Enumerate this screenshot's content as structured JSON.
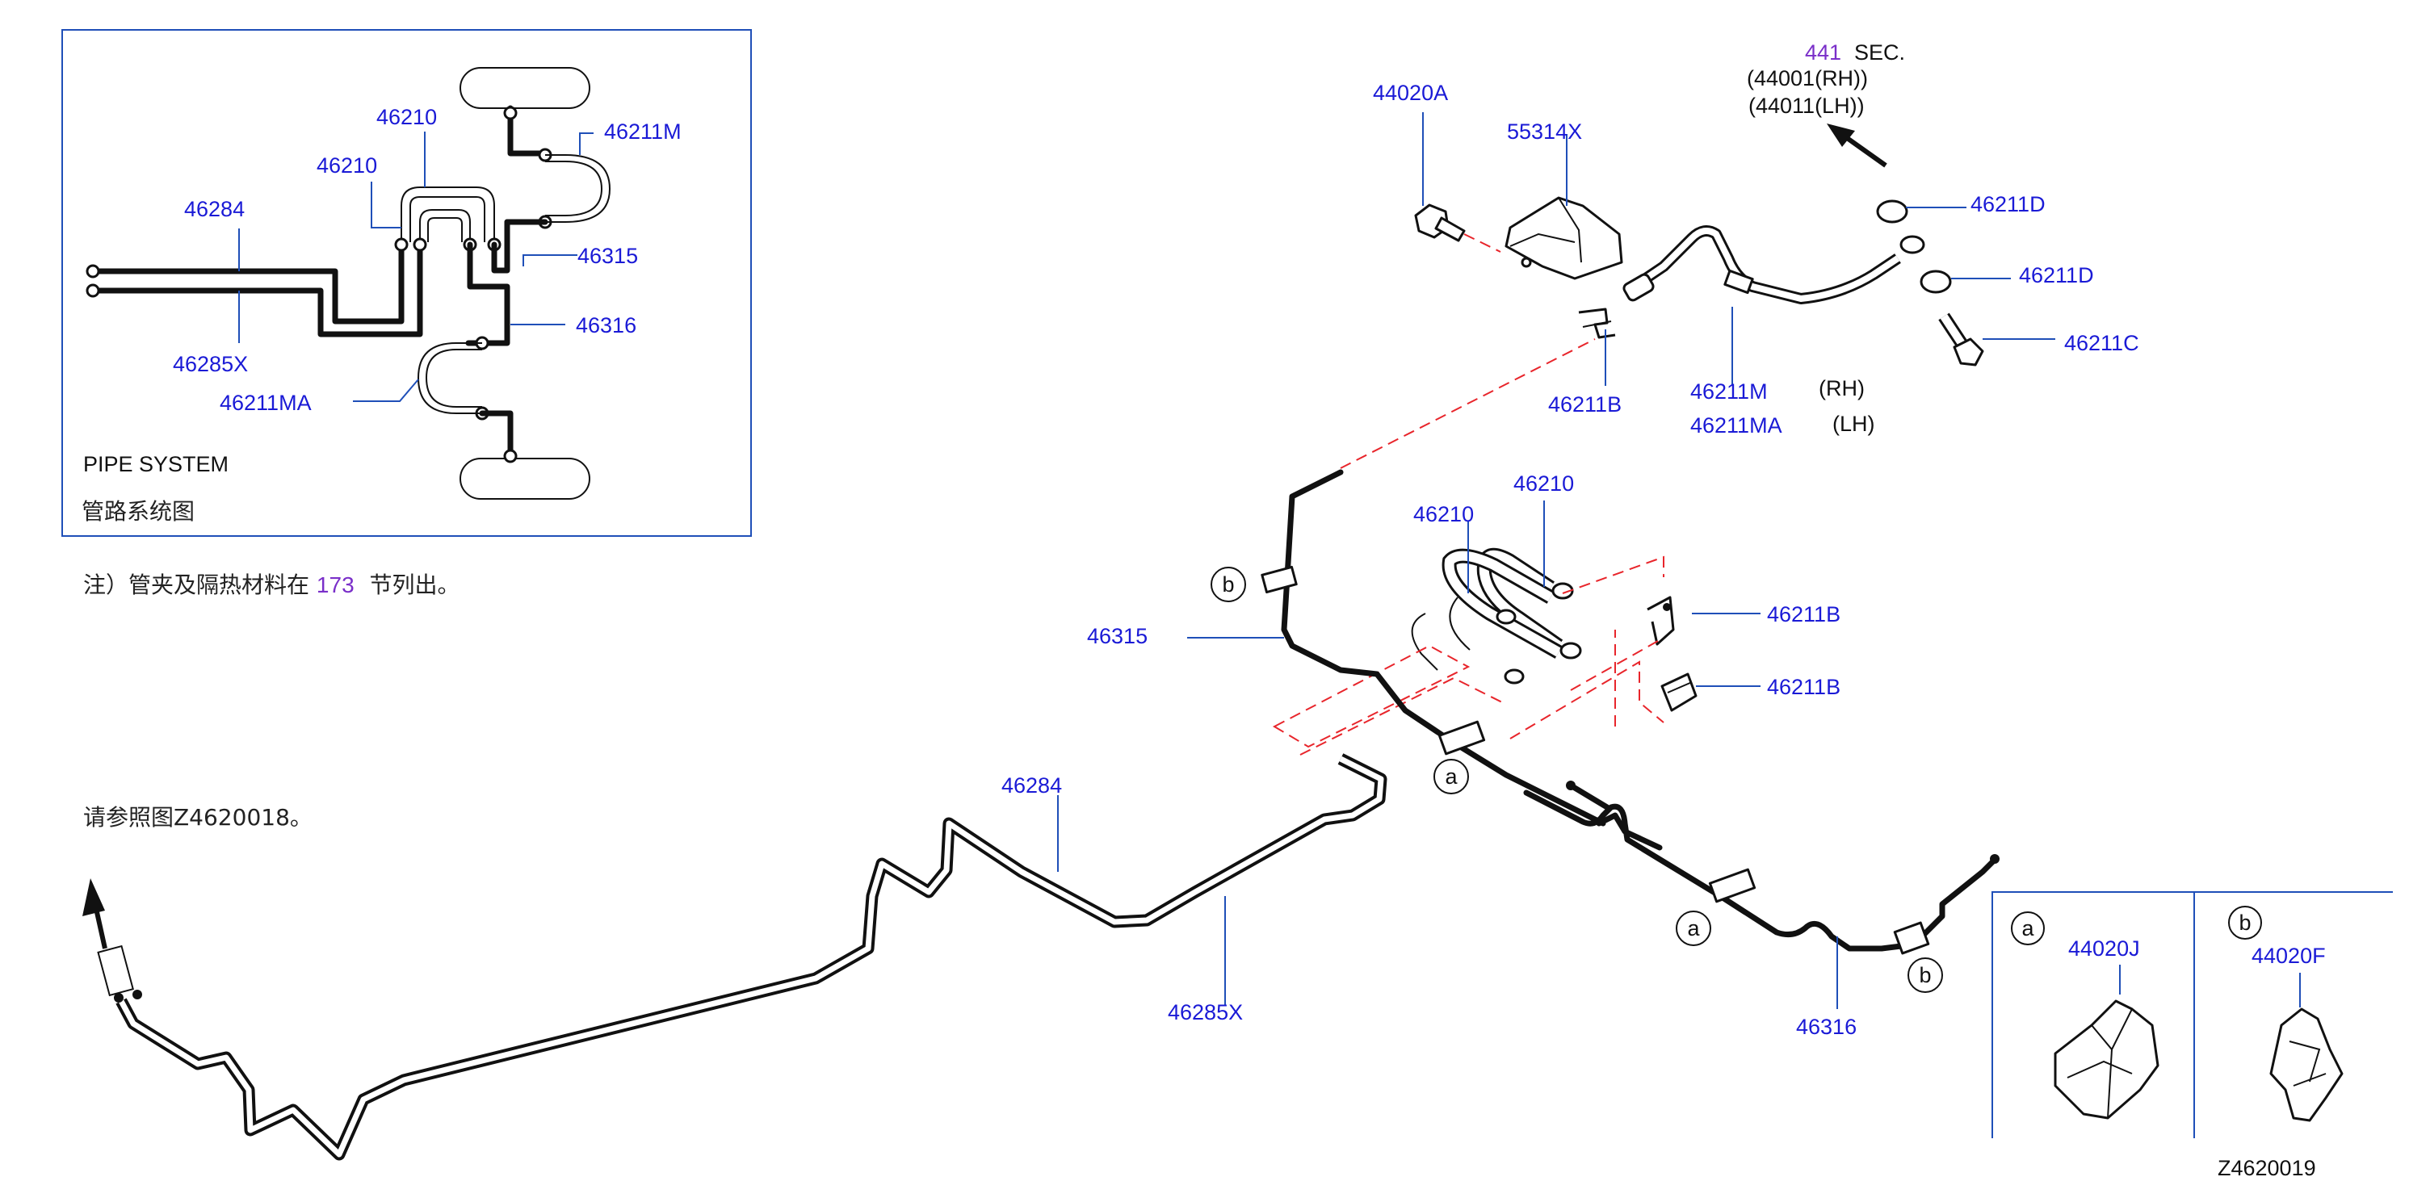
{
  "inset": {
    "title": "PIPE   SYSTEM",
    "subtitle": "管路系统图",
    "labels": {
      "p46210_top": "46210",
      "p46210_left": "46210",
      "p46211M": "46211M",
      "p46284": "46284",
      "p46315": "46315",
      "p46316": "46316",
      "p46285X": "46285X",
      "p46211MA": "46211MA"
    }
  },
  "notes": {
    "note1_prefix": "注）管夹及隔热材料在",
    "note1_ref": "173",
    "note1_suffix": "节列出。",
    "note2": "请参照图Z4620018。"
  },
  "section_ref": {
    "num": "441",
    "sec": "SEC.",
    "rh": "(44001(RH))",
    "lh": "(44011(LH))"
  },
  "parts": {
    "p44020A": "44020A",
    "p55314X": "55314X",
    "p46211D_a": "46211D",
    "p46211D_b": "46211D",
    "p46211C": "46211C",
    "p46211B_top": "46211B",
    "p46211M": "46211M",
    "p46211MA": "46211MA",
    "rh": "(RH)",
    "lh": "(LH)",
    "p46210_a": "46210",
    "p46210_b": "46210",
    "p46211B_r1": "46211B",
    "p46211B_r2": "46211B",
    "p46315": "46315",
    "p46284": "46284",
    "p46285X": "46285X",
    "p46316": "46316"
  },
  "callouts": {
    "a": "a",
    "b": "b"
  },
  "detail_box": {
    "a_label": "a",
    "a_part": "44020J",
    "b_label": "b",
    "b_part": "44020F"
  },
  "figure_id": "Z4620019",
  "colors": {
    "part_number": "#1a1ad6",
    "leader": "#1f4fb8",
    "ref_purple": "#7a2fc9",
    "hidden_line": "#e8252b"
  }
}
